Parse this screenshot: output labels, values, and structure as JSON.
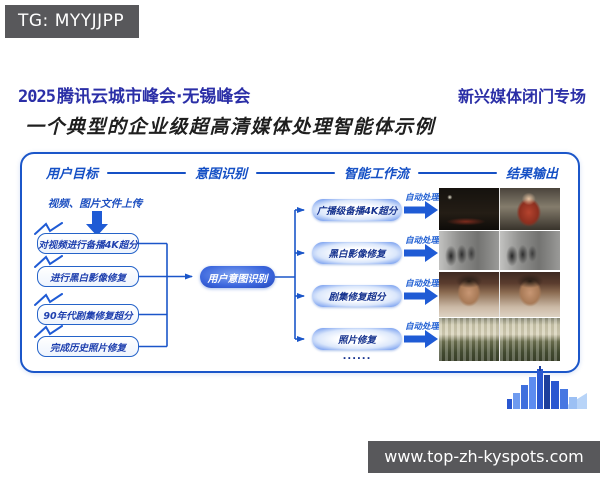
{
  "watermark": {
    "telegram": "TG: MYYJJPP",
    "website": "www.top-zh-kyspots.com"
  },
  "header": {
    "brand_year": "2025",
    "brand_title": "腾讯云城市峰会·无锡峰会",
    "session": "新兴媒体闭门专场"
  },
  "title": "一个典型的企业级超高清媒体处理智能体示例",
  "diagram": {
    "columns": [
      "用户目标",
      "意图识别",
      "智能工作流",
      "结果输出"
    ],
    "upload_label": "视频、图片文件上传",
    "user_goals": [
      "对视频进行备播4K超分",
      "进行黑白影像修复",
      "90年代剧集修复超分",
      "完成历史照片修复"
    ],
    "intent_node": "用户意图识别",
    "workflows": [
      {
        "label": "广播级备播4K超分",
        "process": "自动处理",
        "result_image": "film-scene-4k-comparison"
      },
      {
        "label": "黑白影像修复",
        "process": "自动处理",
        "result_image": "bw-street-restoration-comparison"
      },
      {
        "label": "剧集修复超分",
        "process": "自动处理",
        "result_image": "drama-face-restoration-comparison"
      },
      {
        "label": "照片修复",
        "process": "自动处理",
        "result_image": "old-photo-restoration-comparison"
      }
    ],
    "ellipsis": "......"
  },
  "icons": {
    "skyline": "city-skyline-logo",
    "down_arrow": "down-block-arrow",
    "process_arrow": "right-block-arrow"
  },
  "colors": {
    "accent_blue": "#1b56c9",
    "brand_blue": "#2b2fa7",
    "badge_gray": "#58585b",
    "pill_text_navy": "#16338f",
    "title_dark": "#1f1f1f"
  }
}
